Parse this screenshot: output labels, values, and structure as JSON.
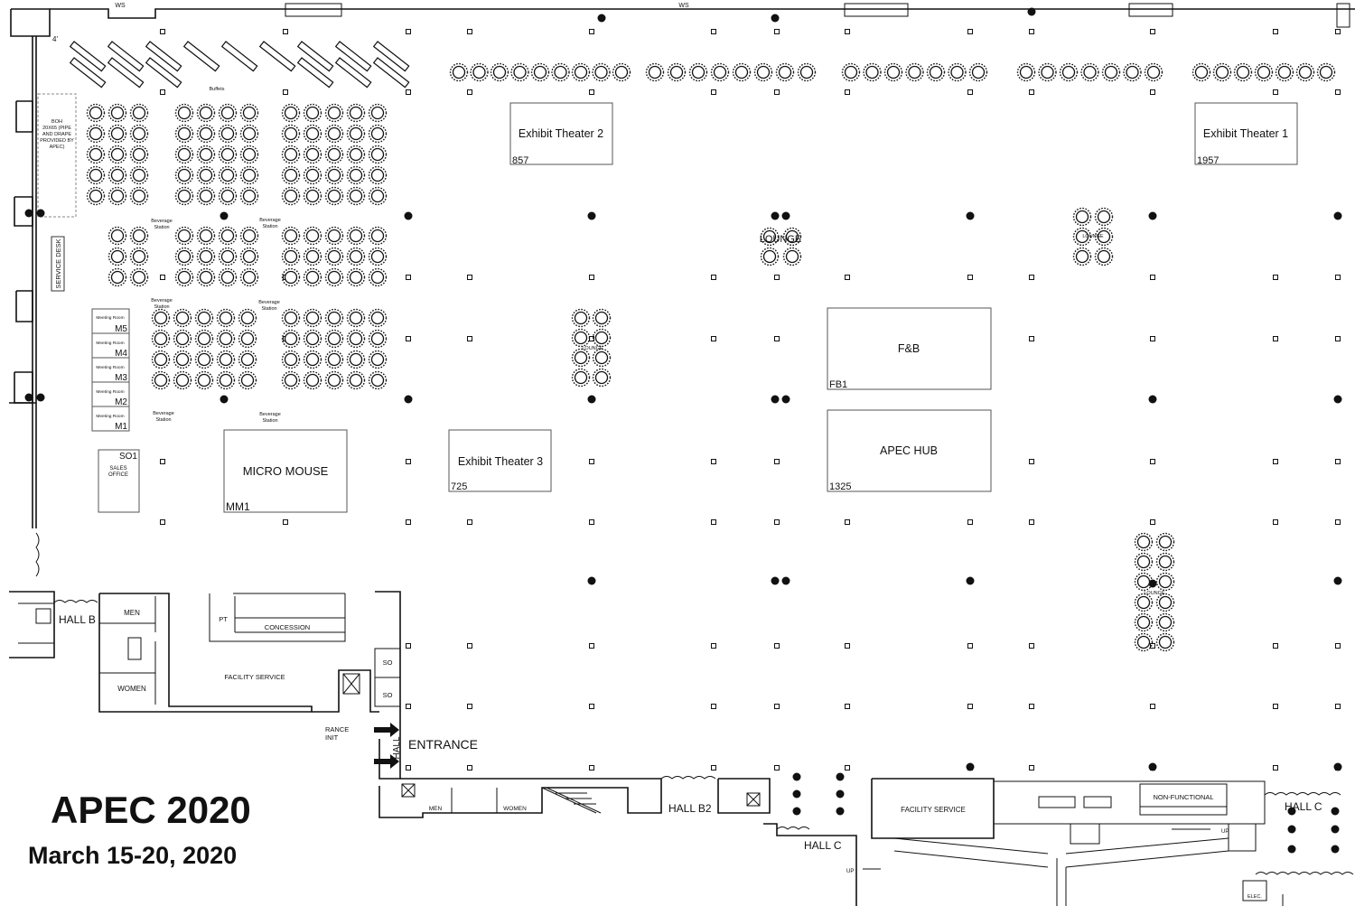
{
  "event": {
    "title": "APEC 2020",
    "dates": "March 15-20, 2020"
  },
  "booths": [
    {
      "key": "theater2",
      "name": "Exhibit Theater 2",
      "number": "857"
    },
    {
      "key": "theater1",
      "name": "Exhibit Theater 1",
      "number": "1957"
    },
    {
      "key": "fb",
      "name": "F&B",
      "number": "FB1"
    },
    {
      "key": "hub",
      "name": "APEC HUB",
      "number": "1325"
    },
    {
      "key": "theater3",
      "name": "Exhibit Theater 3",
      "number": "725"
    },
    {
      "key": "micromouse",
      "name": "MICRO MOUSE",
      "number": "MM1"
    }
  ],
  "meeting_rooms": {
    "caption": "Meeting Room",
    "ids": [
      "M5",
      "M4",
      "M3",
      "M2",
      "M1"
    ]
  },
  "sales_office": {
    "number": "SO1",
    "line1": "SALES",
    "line2": "OFFICE"
  },
  "boh": {
    "line1": "BOH",
    "line2": "20X65 (PIPE",
    "line3": "AND DRAPE",
    "line4": "PROVIDED BY",
    "line5": "APEC)"
  },
  "service_desk": "SERVICE DESK",
  "beverage_station": {
    "line1": "Beverage",
    "line2": "Station"
  },
  "buffets": "Buffets",
  "lounge": "LOUNGE",
  "labels": {
    "hall_b": "HALL B",
    "hall_b2": "HALL B2",
    "hall_c_1": "HALL C",
    "hall_c_2": "HALL C",
    "entrance": "ENTRANCE",
    "hall_vertical": "HALL",
    "entrance_exit_1": "RANCE",
    "entrance_exit_2": "INIT",
    "men_1": "MEN",
    "women_1": "WOMEN",
    "men_2": "MEN",
    "women_2": "WOMEN",
    "facility_service_1": "FACILITY SERVICE",
    "facility_service_2": "FACILITY SERVICE",
    "concession": "CONCESSION",
    "pt": "PT",
    "so_a": "SO",
    "so_b": "SO",
    "non_functional": "NON-FUNCTIONAL",
    "ws_1": "WS",
    "ws_2": "WS",
    "up_1": "UP",
    "up_2": "UP",
    "elec": "ELEC.",
    "dim": "4'"
  },
  "colors": {
    "line": "#111111",
    "background": "#ffffff"
  }
}
